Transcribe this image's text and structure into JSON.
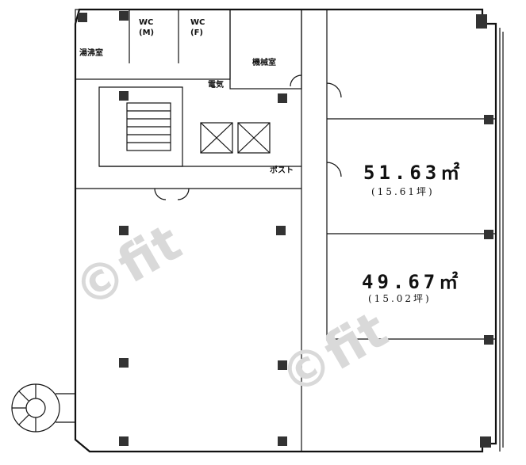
{
  "rooms": {
    "wc_male": "WC\n(M)",
    "wc_female": "WC\n(F)",
    "cleaning_room": "湯沸室",
    "mechanical_room": "機械室",
    "electric_room": "電気",
    "post": "ポスト"
  },
  "units": [
    {
      "area": "51.63㎡",
      "tsubo": "(15.61坪)"
    },
    {
      "area": "49.67㎡",
      "tsubo": "(15.02坪)"
    }
  ],
  "watermark": "©fit"
}
